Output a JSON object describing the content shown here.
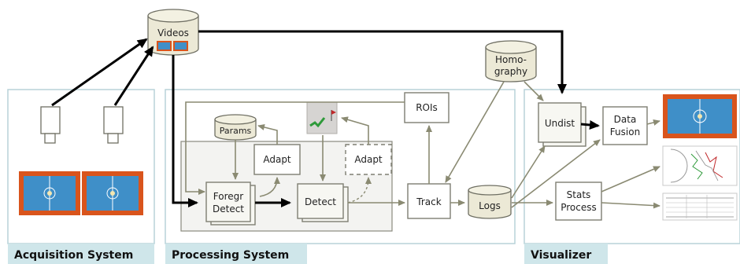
{
  "sections": {
    "acquisition": "Acquisition System",
    "processing": "Processing System",
    "visualizer": "Visualizer"
  },
  "nodes": {
    "videos": "Videos",
    "homography_line1": "Homo-",
    "homography_line2": "graphy",
    "params": "Params",
    "adapt_left": "Adapt",
    "adapt_right": "Adapt",
    "rois": "ROIs",
    "foregr_line1": "Foregr",
    "foregr_line2": "Detect",
    "detect": "Detect",
    "track": "Track",
    "logs": "Logs",
    "undist": "Undist",
    "fusion_line1": "Data",
    "fusion_line2": "Fusion",
    "stats_line1": "Stats",
    "stats_line2": "Process"
  },
  "colors": {
    "panel_tab": "#cfe6ea",
    "panel_border": "#b8d2d8",
    "court_floor": "#3f8fc8",
    "court_outer": "#d9541c",
    "arrow_gray": "#8a8a72",
    "arrow_black": "#000000"
  }
}
